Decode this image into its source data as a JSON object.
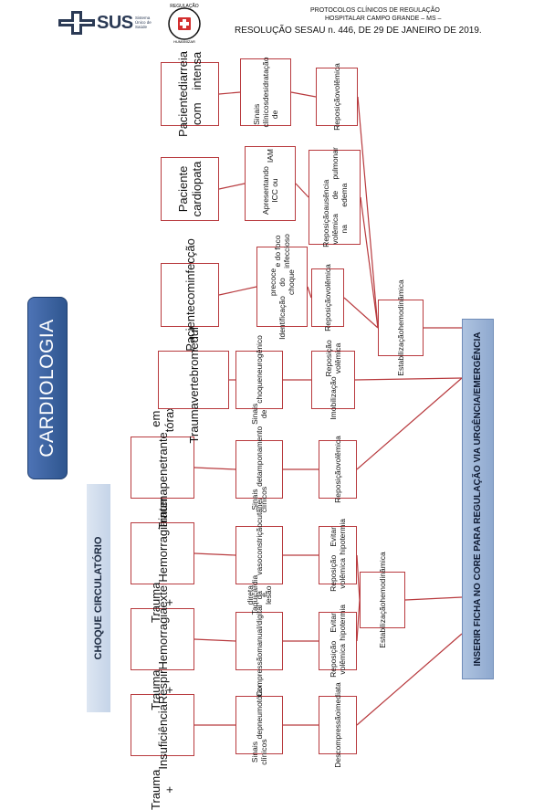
{
  "header": {
    "sus_text": "SUS",
    "sus_tagline": "Sistema Único de Saúde",
    "seal_text_top": "REGULAÇÃO",
    "seal_text_bottom": "HUMANIZAR",
    "line1": "PROTOCOLOS CLÍNICOS DE REGULAÇÃO",
    "line2": "HOSPITALAR CAMPO GRANDE – MS –",
    "line3": "RESOLUÇÃO SESAU n. 446, DE 29 DE JANEIRO DE 2019."
  },
  "diagram": {
    "cardiologia": "CARDIOLOGIA",
    "choque": "CHOQUE CIRCULATÓRIO",
    "inserir": "INSERIR FICHA NO CORE PARA REGULAÇÃO VIA URGÊNCIA/EMERGÊNCIA",
    "columns": [
      {
        "title": [
          "Trauma +",
          "Insuficiência",
          "Respiratória"
        ],
        "sign": [
          "Sinais clínicos",
          "de",
          "pneumotórax"
        ],
        "action": [
          "Descompressão",
          "imediata"
        ]
      },
      {
        "title": [
          "Trauma +",
          "Hemorragia",
          "externa"
        ],
        "sign": [
          "Compressão",
          "manual/digital",
          "direta da lesão"
        ],
        "action": [
          "Reposição volêmica",
          "Evitar hipotermia"
        ]
      },
      {
        "title": [
          "Trauma +",
          "Hemorragia",
          "interna"
        ],
        "sign": [
          "Taquicardia e",
          "vasoconstrição",
          "cutânea"
        ],
        "action": [
          "Reposição volêmica",
          "Evitar hipotermia"
        ]
      },
      {
        "title": [
          "Trauma",
          "penetrante",
          "em tórax"
        ],
        "sign": [
          "Sinais clínicos",
          "de",
          "tamponamento"
        ],
        "action": [
          "Reposição",
          "volêmica"
        ]
      },
      {
        "title": [
          "Trauma",
          "vertebromedular"
        ],
        "sign": [
          "Sinais de",
          "choque",
          "neurogênico"
        ],
        "action": [
          "Imobilização",
          "Reposição volêmica"
        ]
      },
      {
        "title": [
          "Paciente",
          "com",
          "infecção"
        ],
        "sign": [
          "Identificação",
          "precoce do choque",
          "e do foco infeccioso"
        ],
        "action": [
          "Reposição",
          "volêmica"
        ]
      },
      {
        "title": [
          "Paciente cardiopata"
        ],
        "sign": [
          "Apresentando ICC ou",
          "IAM"
        ],
        "action": [
          "Reposição volêmica na",
          "ausência de edema",
          "pulmonar"
        ]
      },
      {
        "title": [
          "Paciente com",
          "diarreia intensa"
        ],
        "sign": [
          "Sinais clínicos de",
          "desidratação"
        ],
        "action": [
          "Reposição",
          "volêmica"
        ]
      }
    ],
    "stabilization_left": [
      "Estabilização",
      "hemodinâmica"
    ],
    "stabilization_right": [
      "Estabilização",
      "hemodinâmica"
    ]
  },
  "colors": {
    "box_border": "#b83a3e",
    "line": "#b83a3e",
    "cardio_bg": "#3c63a3",
    "inserir_bg": "#9fb6d8"
  }
}
